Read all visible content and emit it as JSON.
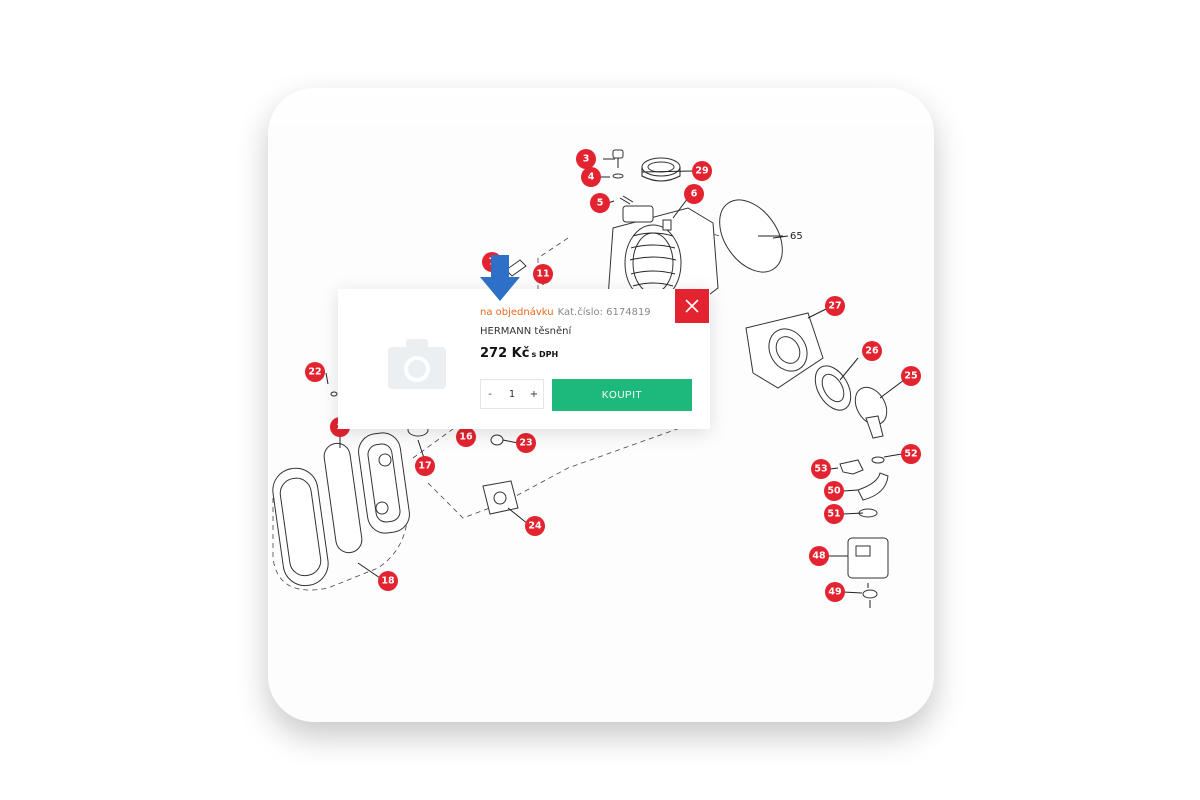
{
  "diagram": {
    "markers": [
      "3",
      "29",
      "4",
      "6",
      "5",
      "7",
      "11",
      "27",
      "26",
      "25",
      "22",
      "16",
      "23",
      "17",
      "52",
      "53",
      "50",
      "51",
      "24",
      "48",
      "18",
      "49"
    ],
    "close_marker": "×",
    "plain_label": "65"
  },
  "popup": {
    "status": "na objednávku",
    "sku_label": "Kat.číslo: 6174819",
    "product_name": "HERMANN těsnění",
    "price": "272 Kč",
    "price_suffix": "s DPH",
    "qty_minus": "-",
    "qty_value": "1",
    "qty_plus": "+",
    "buy_label": "KOUPIT",
    "photo_icon": "camera-icon",
    "close_icon": "close-icon"
  },
  "colors": {
    "marker_red": "#e3232f",
    "buy_green": "#1db97a",
    "status_orange": "#e66a1f",
    "arrow_blue": "#2e6fc8"
  }
}
